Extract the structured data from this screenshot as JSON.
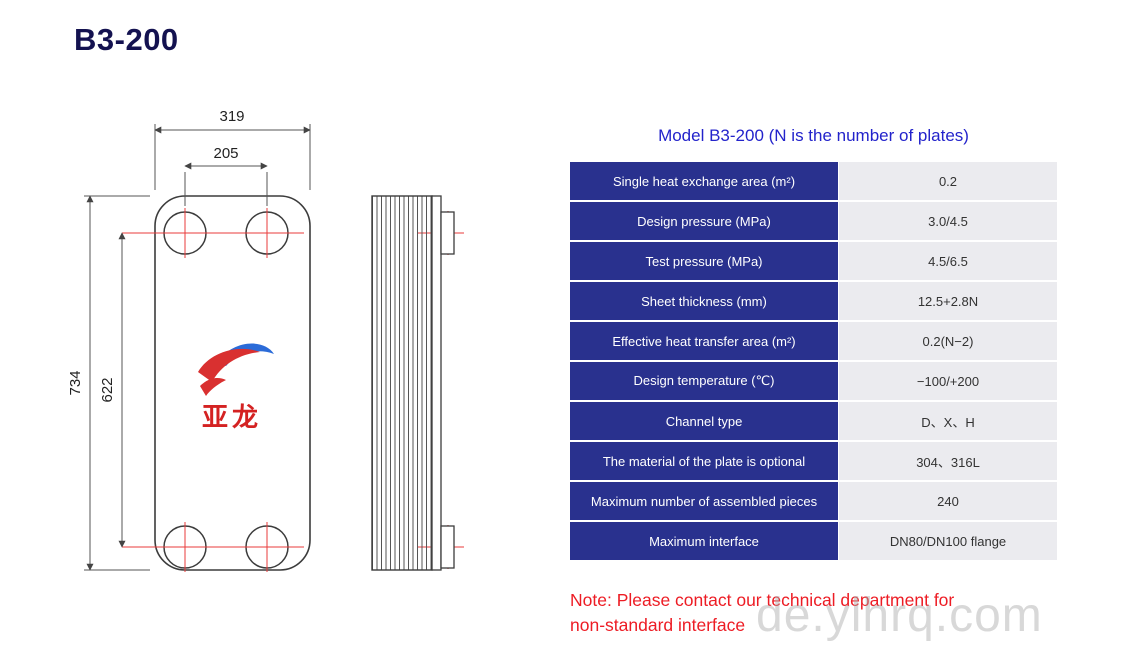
{
  "page": {
    "title": "B3-200",
    "watermark": "de.ylhrq.com"
  },
  "colors": {
    "title_navy": "#141250",
    "table_header_blue": "#29318e",
    "table_value_gray": "#ebebef",
    "table_title_blue": "#2323cb",
    "note_red": "#ed1c24",
    "crosshair_red": "#e83b3b"
  },
  "drawing": {
    "dim_width_outer": "319",
    "dim_width_inner": "205",
    "dim_height_outer": "734",
    "dim_height_inner": "622",
    "logo_text": "亚龙"
  },
  "table": {
    "title": "Model B3-200 (N is the number of plates)",
    "rows": [
      {
        "label": "Single heat exchange area (m²)",
        "value": "0.2"
      },
      {
        "label": "Design pressure (MPa)",
        "value": "3.0/4.5"
      },
      {
        "label": "Test pressure (MPa)",
        "value": "4.5/6.5"
      },
      {
        "label": "Sheet thickness (mm)",
        "value": "12.5+2.8N"
      },
      {
        "label": "Effective heat transfer area (m²)",
        "value": "0.2(N−2)"
      },
      {
        "label": "Design temperature (℃)",
        "value": "−100/+200"
      },
      {
        "label": "Channel type",
        "value": "D、X、H"
      },
      {
        "label": "The material of the plate is optional",
        "value": "304、316L"
      },
      {
        "label": "Maximum number of assembled pieces",
        "value": "240"
      },
      {
        "label": "Maximum interface",
        "value": "DN80/DN100 flange"
      }
    ]
  },
  "note": {
    "line1": "Note: Please contact our technical department for",
    "line2": "non-standard interface"
  }
}
